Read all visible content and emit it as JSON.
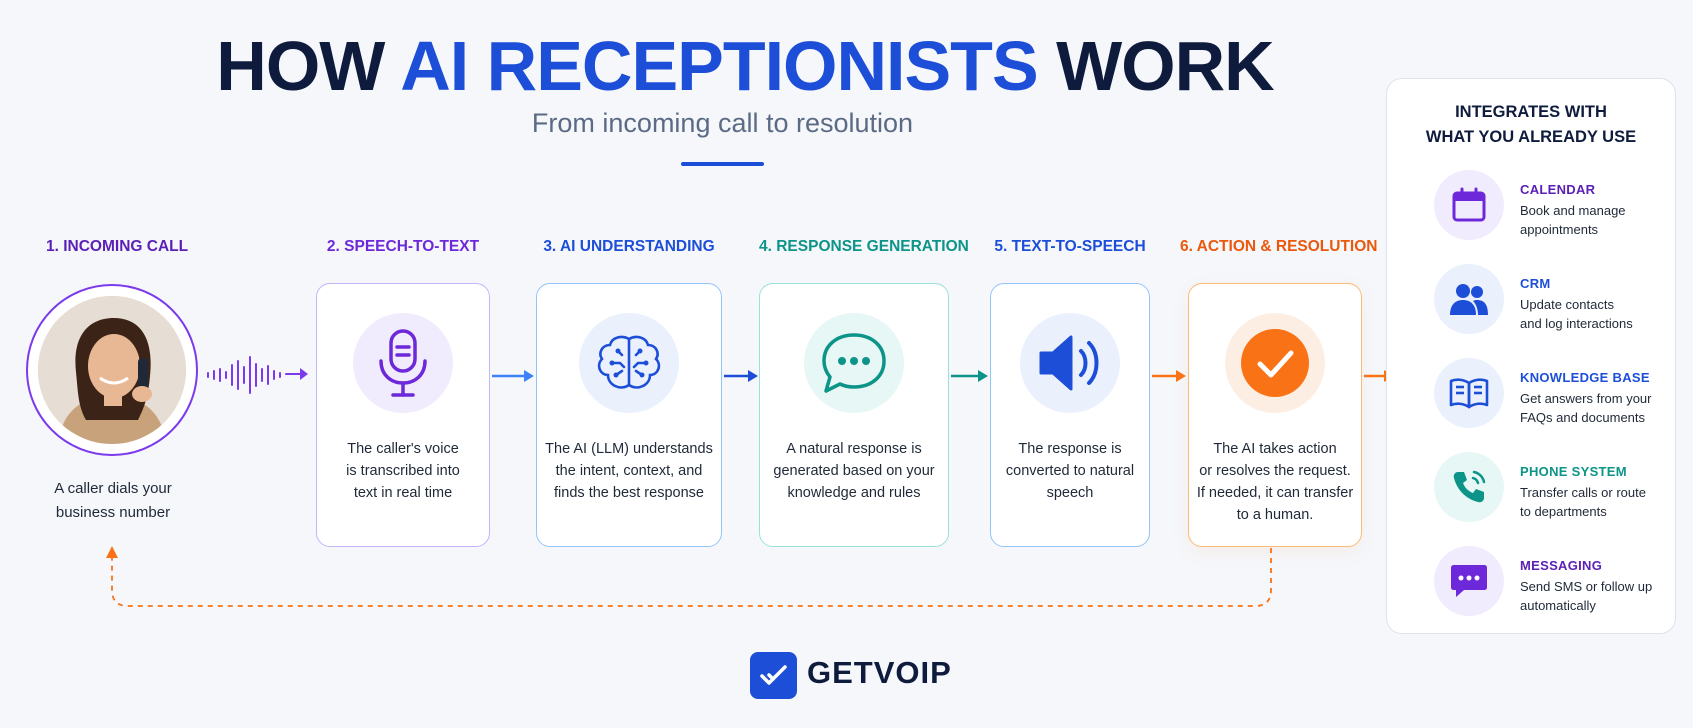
{
  "header": {
    "title_part1": "HOW",
    "title_accent": "AI RECEPTIONISTS",
    "title_part2": "WORK",
    "subtitle": "From incoming call to resolution"
  },
  "caller": {
    "label": "1. INCOMING CALL",
    "text": "A caller dials your\nbusiness number"
  },
  "steps": [
    {
      "label": "2. SPEECH-TO-TEXT",
      "text": "The caller's voice\nis transcribed into\ntext in real time",
      "icon": "microphone-icon",
      "color": "#6d28d9"
    },
    {
      "label": "3. AI UNDERSTANDING",
      "text": "The AI (LLM) understands\nthe intent, context, and\nfinds the best response",
      "icon": "brain-icon",
      "color": "#1d4ed8"
    },
    {
      "label": "4. RESPONSE GENERATION",
      "text": "A natural response is\ngenerated based on your\nknowledge and rules",
      "icon": "chat-bubble-icon",
      "color": "#0d9488"
    },
    {
      "label": "5. TEXT-TO-SPEECH",
      "text": "The response is\nconverted to natural\nspeech",
      "icon": "speaker-icon",
      "color": "#1d4ed8"
    },
    {
      "label": "6. ACTION & RESOLUTION",
      "text": "The AI takes action\nor resolves the request.\nIf needed, it can transfer\nto a human.",
      "icon": "checkmark-icon",
      "color": "#f97316"
    }
  ],
  "integrations": {
    "title": "INTEGRATES WITH\nWHAT YOU ALREADY USE",
    "items": [
      {
        "name": "CALENDAR",
        "desc": "Book and manage\nappointments",
        "icon": "calendar-icon",
        "color": "#6d28d9"
      },
      {
        "name": "CRM",
        "desc": "Update contacts\nand log interactions",
        "icon": "users-icon",
        "color": "#1d4ed8"
      },
      {
        "name": "KNOWLEDGE BASE",
        "desc": "Get answers from your\nFAQs and documents",
        "icon": "book-icon",
        "color": "#1d4ed8"
      },
      {
        "name": "PHONE SYSTEM",
        "desc": "Transfer calls or route\nto departments",
        "icon": "phone-icon",
        "color": "#0d9488"
      },
      {
        "name": "MESSAGING",
        "desc": "Send SMS or follow up\nautomatically",
        "icon": "message-icon",
        "color": "#6d28d9"
      }
    ]
  },
  "brand": {
    "name": "GETVOIP",
    "primary": "#1d4ed8",
    "navy": "#0e1b3d",
    "orange": "#f97316"
  }
}
